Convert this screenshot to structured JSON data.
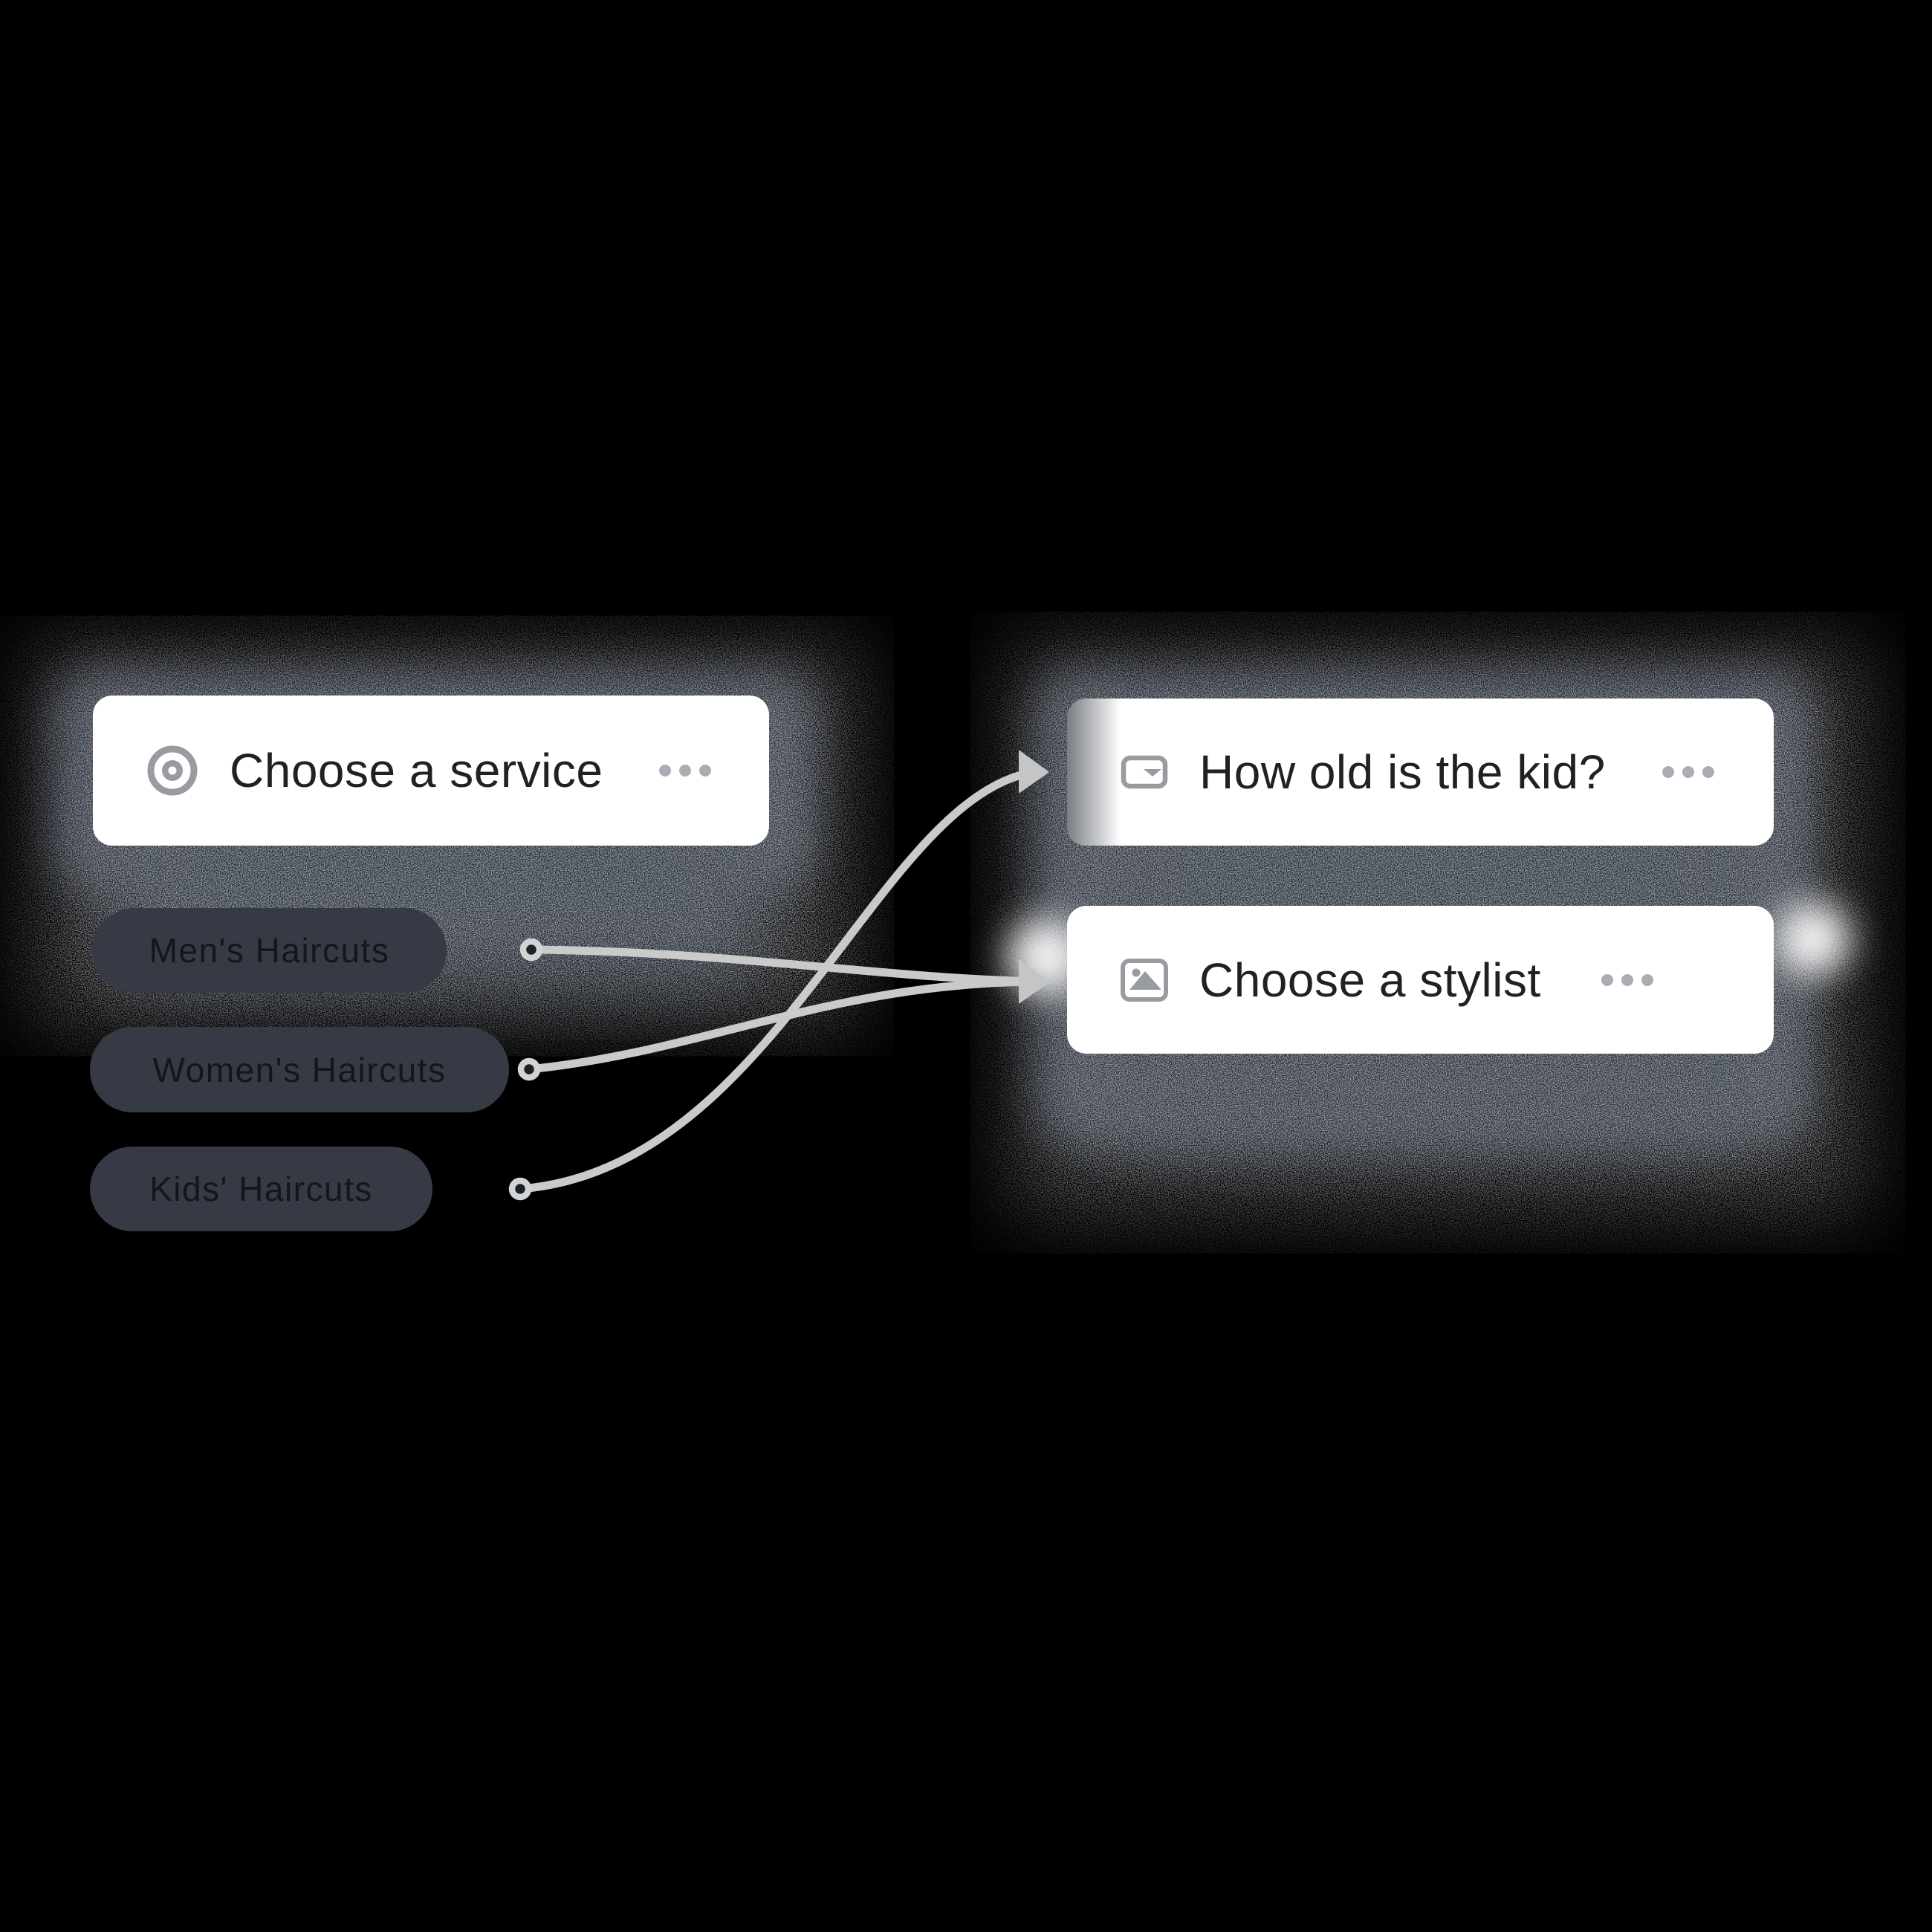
{
  "nodes": {
    "service": {
      "title": "Choose a service",
      "icon": "target-icon",
      "menu_icon": "ellipsis-icon"
    },
    "age": {
      "title": "How old is the kid?",
      "icon": "dropdown-icon",
      "menu_icon": "ellipsis-icon"
    },
    "stylist": {
      "title": "Choose a stylist",
      "icon": "image-icon",
      "menu_icon": "ellipsis-icon"
    }
  },
  "options": [
    {
      "label": "Men's Haircuts"
    },
    {
      "label": "Women's Haircuts"
    },
    {
      "label": "Kids' Haircuts"
    }
  ],
  "connections": [
    {
      "from": "Men's Haircuts",
      "to": "Choose a stylist"
    },
    {
      "from": "Women's Haircuts",
      "to": "Choose a stylist"
    },
    {
      "from": "Kids' Haircuts",
      "to": "How old is the kid?"
    }
  ],
  "colors": {
    "background": "#000000",
    "card_bg": "#ffffff",
    "card_text": "#202124",
    "chip_bg": "#353a45",
    "chip_text": "#14161a",
    "icon_gray": "#989ca1",
    "menu_dot": "#aaaeb4",
    "connector": "#cacaca",
    "arrowhead": "#c4c5c6",
    "port_ring": "#d2d3d4",
    "port_hole": "#1d2127",
    "glow_dark": "#343b47",
    "glow_deep": "#2a313c"
  }
}
